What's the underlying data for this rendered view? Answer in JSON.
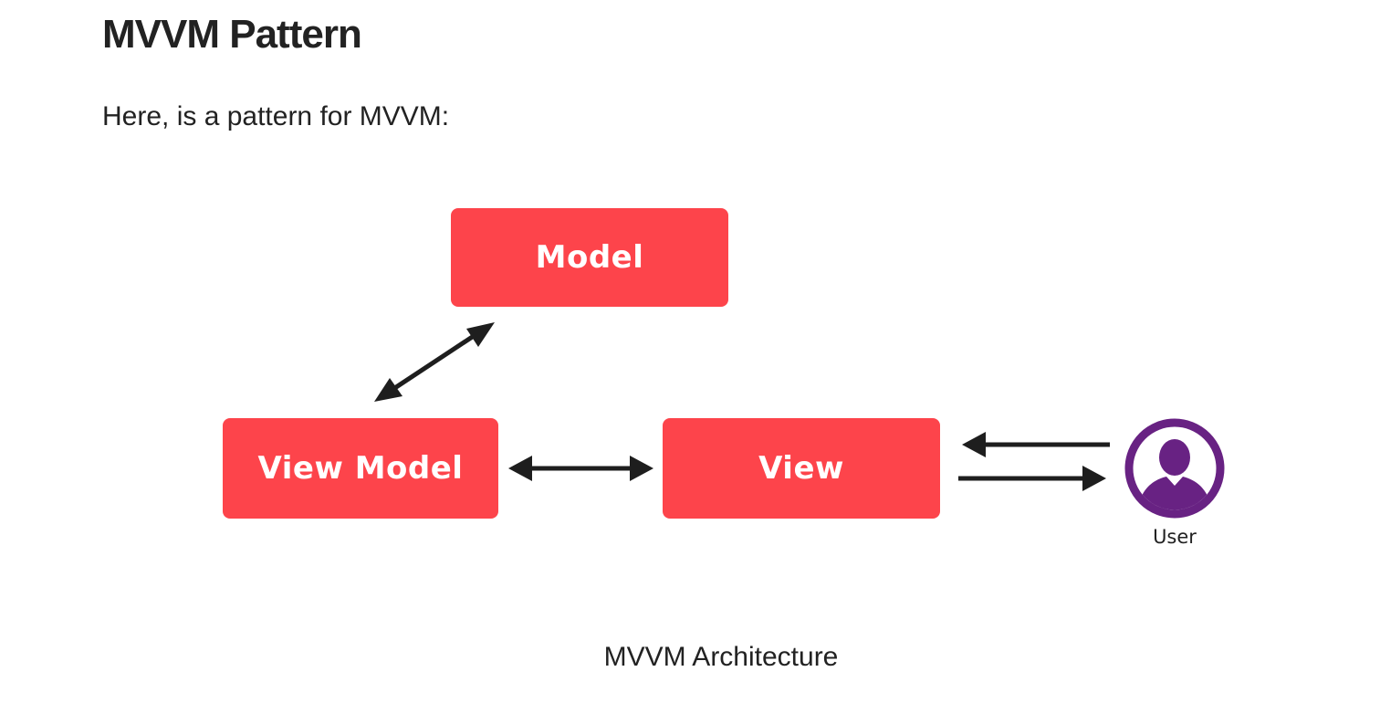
{
  "heading": "MVVM Pattern",
  "intro": "Here, is a pattern for MVVM:",
  "diagram": {
    "nodes": {
      "model": "Model",
      "view_model": "View Model",
      "view": "View"
    },
    "user_label": "User",
    "caption": "MVVM Architecture",
    "colors": {
      "box": "#fd444b",
      "arrow": "#1e1e1e",
      "user": "#682283"
    },
    "edges": [
      {
        "from": "view_model",
        "to": "model",
        "direction": "bidirectional"
      },
      {
        "from": "view_model",
        "to": "view",
        "direction": "bidirectional"
      },
      {
        "from": "user",
        "to": "view",
        "direction": "one-way"
      },
      {
        "from": "view",
        "to": "user",
        "direction": "one-way"
      }
    ]
  }
}
